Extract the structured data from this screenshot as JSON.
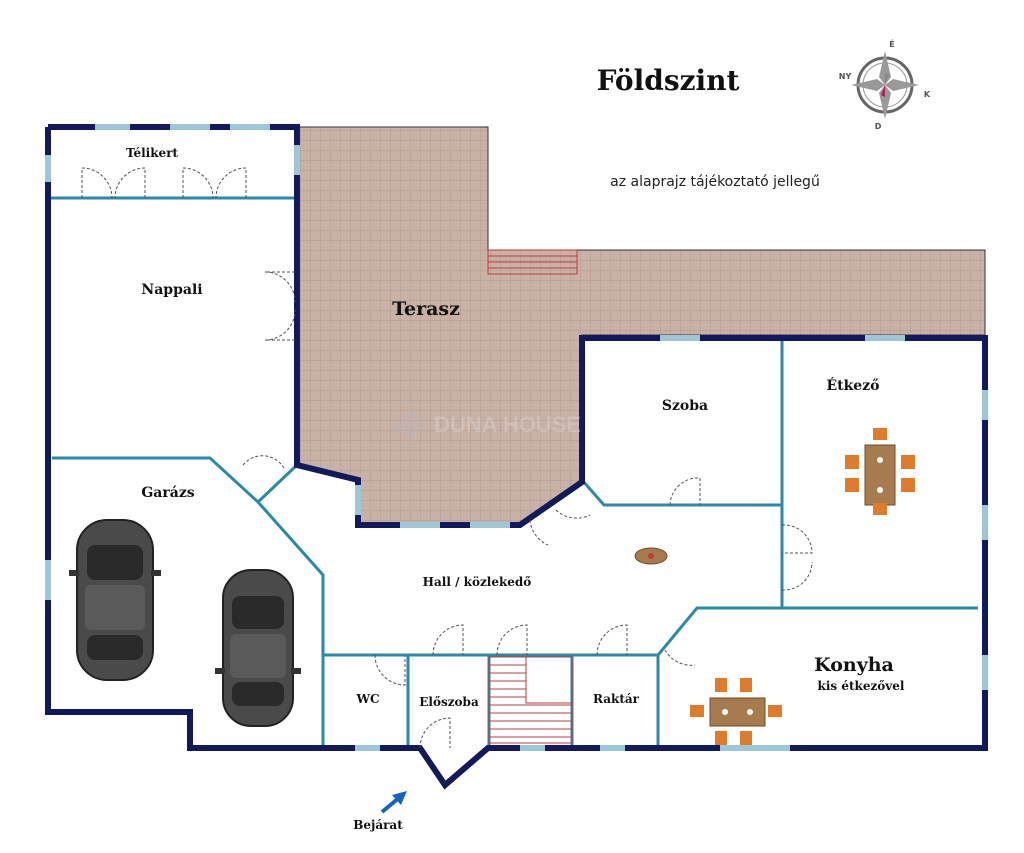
{
  "plan": {
    "title": "Földszint",
    "note": "az alaprajz tájékoztató jellegű",
    "entrance": "Bejárat",
    "watermark": "DUNA HOUSE"
  },
  "rooms": {
    "telikert": "Télikert",
    "nappali": "Nappali",
    "terasz": "Terasz",
    "szoba": "Szoba",
    "etkezo": "Étkező",
    "garazs": "Garázs",
    "hall": "Hall / közlekedő",
    "wc": "WC",
    "eloszoba": "Előszoba",
    "raktar": "Raktár",
    "konyha": "Konyha",
    "konyha_sub": "kis étkezővel"
  },
  "compass": {
    "n": "É",
    "s": "D",
    "e": "K",
    "w": "NY"
  },
  "colors": {
    "outer_wall": "#101a5c",
    "inner_wall": "#2a8aa8",
    "window": "#9cc7d6",
    "terrace": "#c9b1a6",
    "chair": "#e07b2b",
    "table": "#a67c4e",
    "car": "#4a4a4a",
    "stair": "#c23b3b"
  }
}
